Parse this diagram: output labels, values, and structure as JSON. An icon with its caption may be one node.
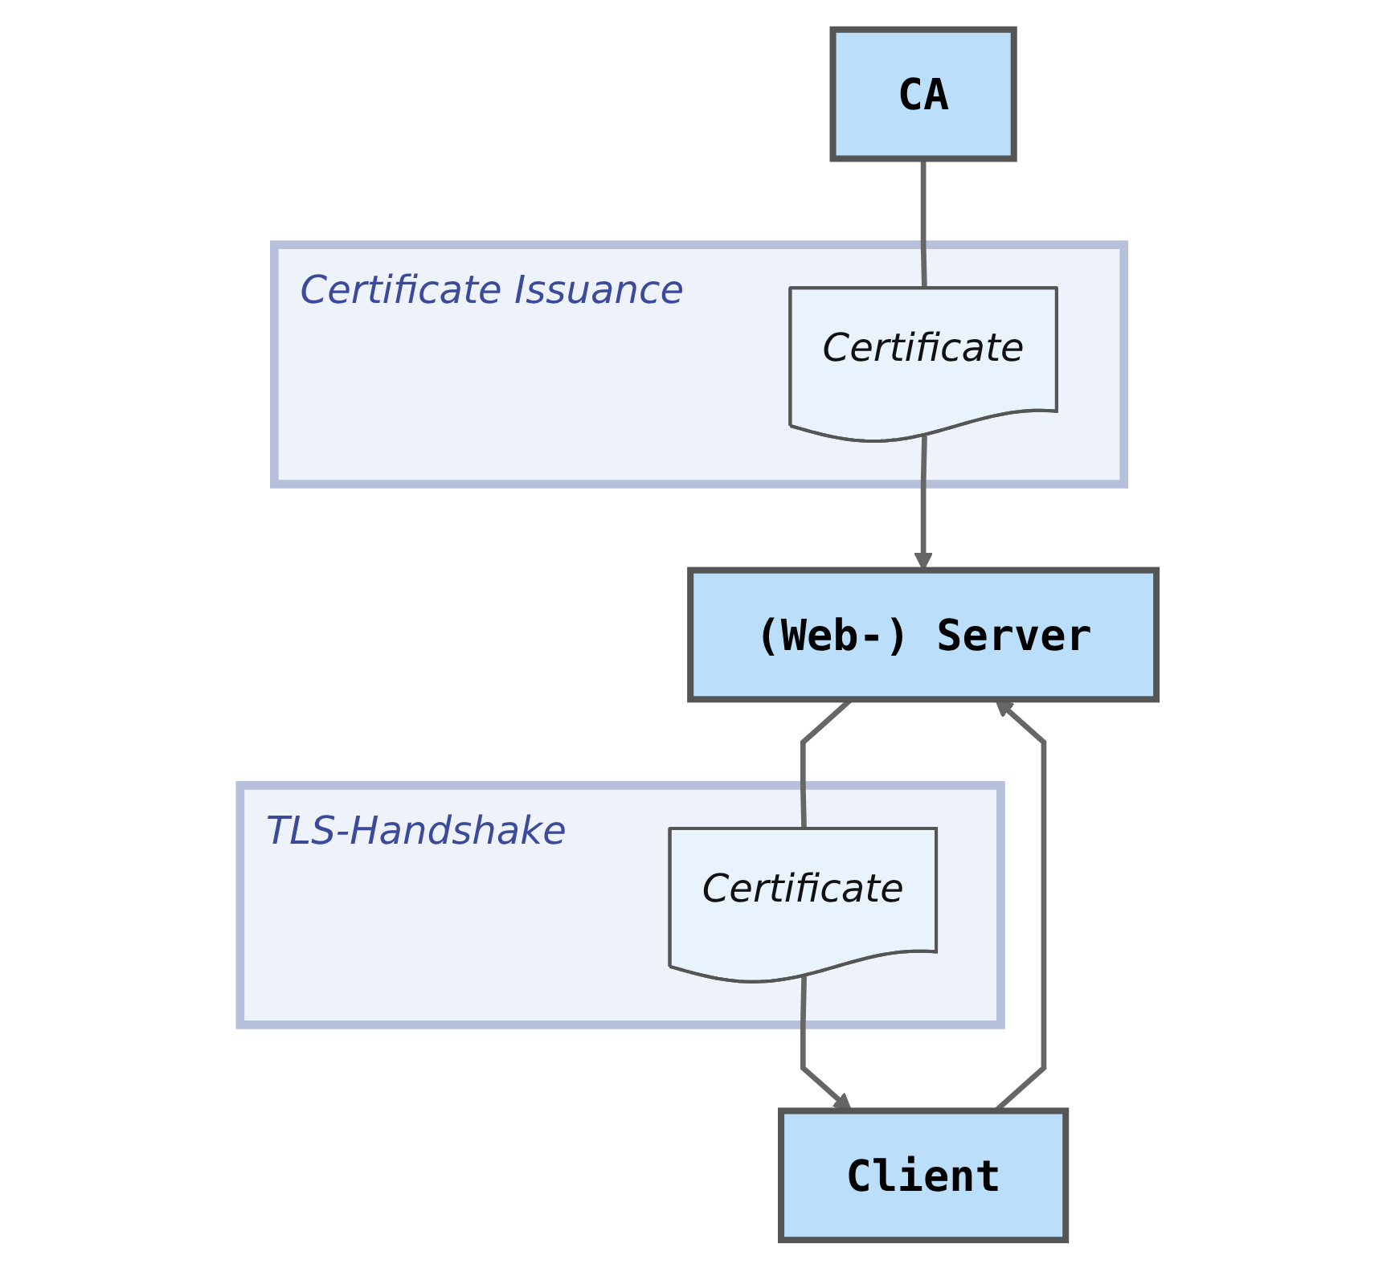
{
  "diagram": {
    "nodes": [
      {
        "text": [
          "CA"
        ]
      },
      {
        "text": [
          "Certificate Issuance"
        ]
      },
      {
        "text": [
          "Certificate"
        ],
        "in": 1
      },
      {
        "text": [
          "(Web-) Server"
        ]
      },
      {
        "text": [
          "TLS-Handshake"
        ]
      },
      {
        "text": [
          "Certificate"
        ],
        "in": 4
      },
      {
        "text": [
          "Client"
        ]
      }
    ],
    "edges": [
      {
        "from": 0,
        "to": 2,
        "arrow": "none"
      },
      {
        "from": 2,
        "to": 3,
        "arrow": "to"
      },
      {
        "from": 3,
        "to": 5,
        "arrow": "none"
      },
      {
        "from": 5,
        "to": 6,
        "arrow": "to"
      },
      {
        "from": 6,
        "to": 3,
        "arrow": "to"
      }
    ]
  }
}
